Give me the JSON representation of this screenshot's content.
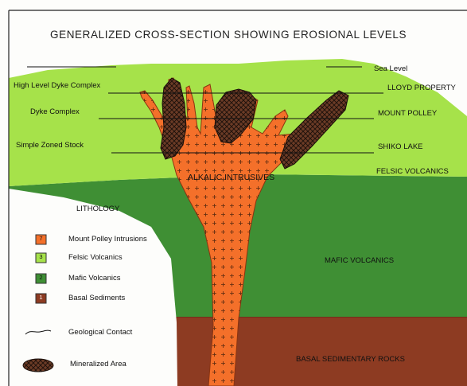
{
  "title": "GENERALIZED CROSS-SECTION SHOWING EROSIONAL LEVELS",
  "levels_left": {
    "high_level_dyke": "High Level Dyke Complex",
    "dyke_complex": "Dyke Complex",
    "simple_stock": "Simple Zoned Stock"
  },
  "levels_right": {
    "sea_level": "Sea Level",
    "lloyd": "LLOYD PROPERTY",
    "mount_polley": "MOUNT POLLEY",
    "shiko": "SHIKO LAKE"
  },
  "units": {
    "felsic": "FELSIC VOLCANICS",
    "alkalic": "ALKALIC INTRUSIVES",
    "mafic": "MAFIC VOLCANICS",
    "basal": "BASAL SEDIMENTARY ROCKS"
  },
  "legend": {
    "heading": "LITHOLOGY",
    "items": [
      {
        "code": "7",
        "label": "Mount Polley Intrusions",
        "color": "#f4702a"
      },
      {
        "code": "3",
        "label": "Felsic Volcanics",
        "color": "#a6e24a"
      },
      {
        "code": "2",
        "label": "Mafic Volcanics",
        "color": "#3f8f34"
      },
      {
        "code": "1",
        "label": "Basal Sediments",
        "color": "#8d3b22"
      }
    ],
    "contact": "Geological Contact",
    "mineralized": "Mineralized Area"
  },
  "colors": {
    "felsic": "#a6e24a",
    "mafic": "#3f8f34",
    "basal": "#8d3b22",
    "intrusive": "#f4702a",
    "mineralized": "#5a3324"
  }
}
